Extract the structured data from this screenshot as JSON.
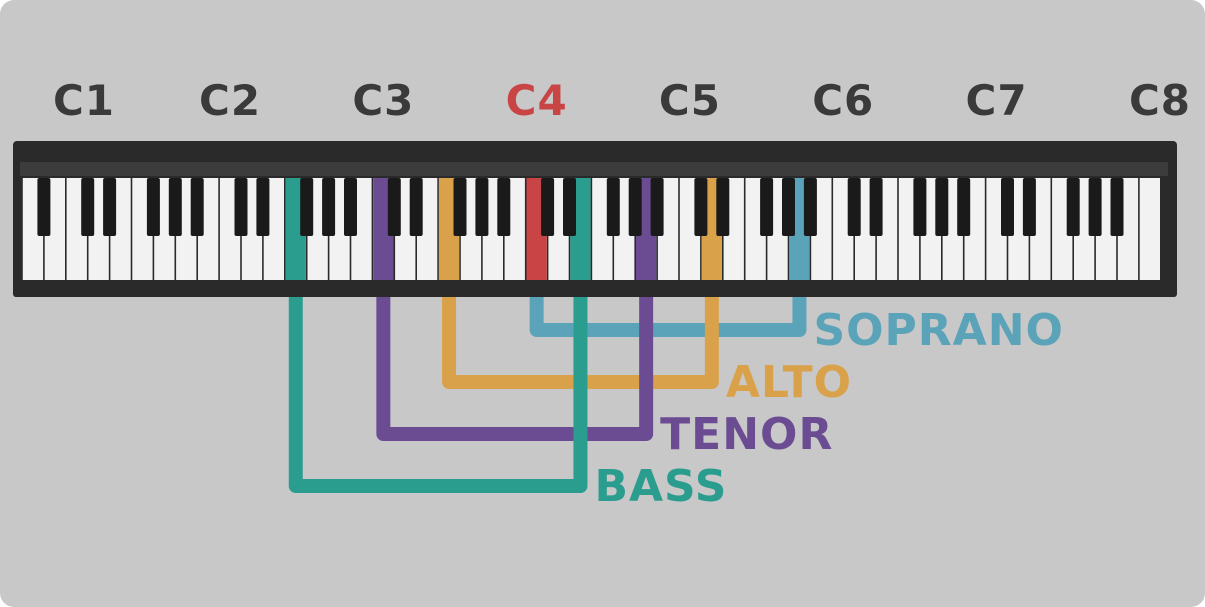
{
  "octave_labels": [
    {
      "id": "c1",
      "text": "C1",
      "color": "#3a3a3a"
    },
    {
      "id": "c2",
      "text": "C2",
      "color": "#3a3a3a"
    },
    {
      "id": "c3",
      "text": "C3",
      "color": "#3a3a3a"
    },
    {
      "id": "c4",
      "text": "C4",
      "color": "#c94444"
    },
    {
      "id": "c5",
      "text": "C5",
      "color": "#3a3a3a"
    },
    {
      "id": "c6",
      "text": "C6",
      "color": "#3a3a3a"
    },
    {
      "id": "c7",
      "text": "C7",
      "color": "#3a3a3a"
    },
    {
      "id": "c8",
      "text": "C8",
      "color": "#3a3a3a"
    }
  ],
  "middle_c": {
    "note": "C4",
    "color": "#c94444"
  },
  "voice_ranges": [
    {
      "id": "soprano",
      "label": "SOPRANO",
      "low": "C4",
      "high": "A5",
      "color": "#5ba3b8"
    },
    {
      "id": "alto",
      "label": "ALTO",
      "low": "F3",
      "high": "D5",
      "color": "#d9a24a"
    },
    {
      "id": "tenor",
      "label": "TENOR",
      "low": "C3",
      "high": "A4",
      "color": "#6b4c93"
    },
    {
      "id": "bass",
      "label": "BASS",
      "low": "F2",
      "high": "E4",
      "color": "#2a9d8f"
    }
  ]
}
